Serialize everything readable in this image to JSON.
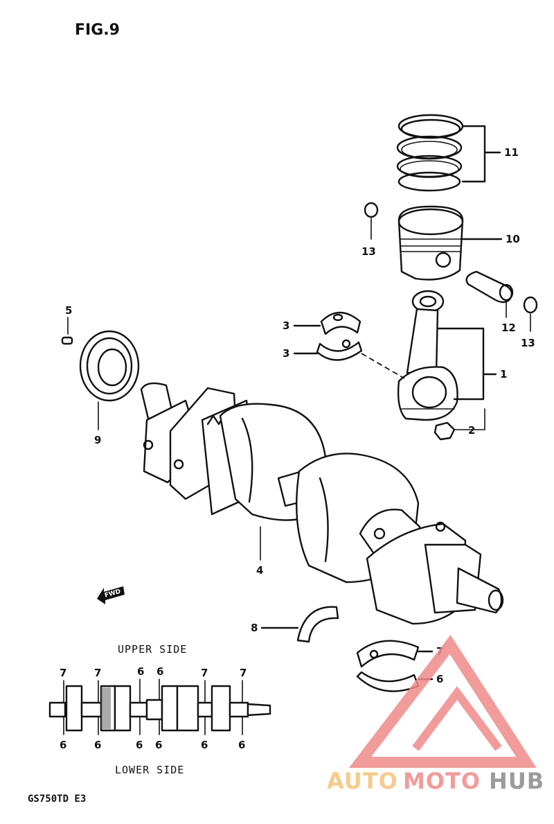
{
  "figure": {
    "title": "FIG.9",
    "upper_side": "UPPER SIDE",
    "lower_side": "LOWER SIDE",
    "model_code": "GS750TD E3",
    "fwd_mark": "FWD"
  },
  "callouts": {
    "c1": "1",
    "c2": "2",
    "c3a": "3",
    "c3b": "3",
    "c4": "4",
    "c5": "5",
    "c6": "6",
    "c7": "7",
    "c8": "8",
    "c9": "9",
    "c10": "10",
    "c11": "11",
    "c12": "12",
    "c13a": "13",
    "c13b": "13"
  },
  "bearing_map": {
    "upper": [
      "7",
      "7",
      "6",
      "6",
      "7",
      "7"
    ],
    "lower": [
      "6",
      "6",
      "6",
      "6",
      "6",
      "6"
    ]
  },
  "watermark": {
    "part1": "AUTO",
    "part2": "MOTO",
    "part3": "HUB",
    "color_primary": "#f08a8a",
    "color_secondary": "#f5c27a",
    "color_tertiary": "#8a8a8a"
  }
}
